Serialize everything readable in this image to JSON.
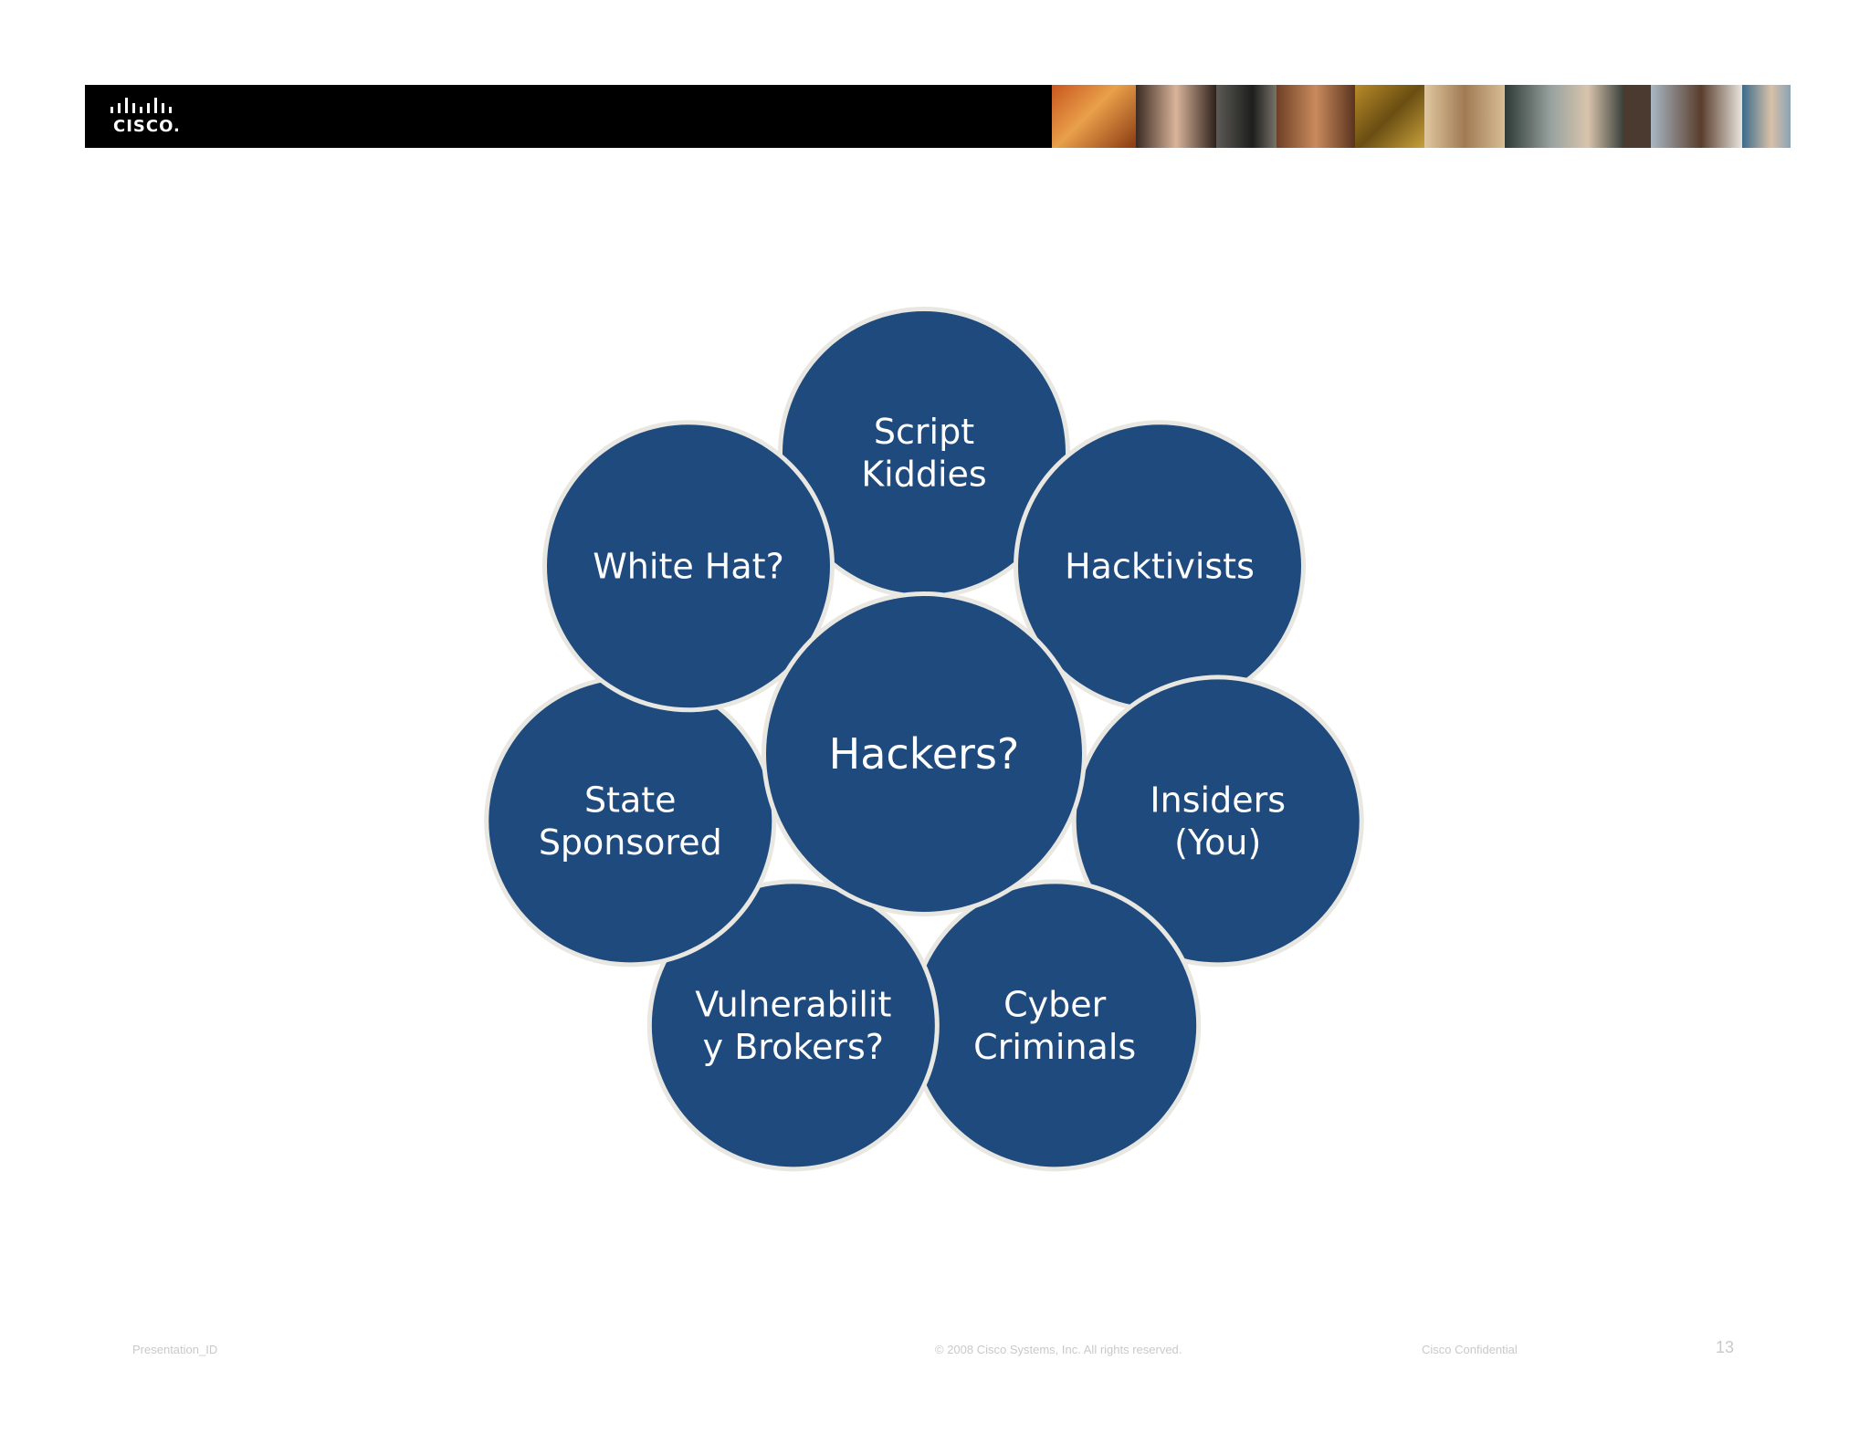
{
  "header": {
    "logo_text": "CISCO.",
    "colors": {
      "bar": "#000000",
      "logo": "#ffffff"
    }
  },
  "diagram": {
    "center": {
      "label": "Hackers?"
    },
    "nodes": [
      {
        "id": "script-kiddies",
        "lines": [
          "Script",
          "Kiddies"
        ]
      },
      {
        "id": "hacktivists",
        "lines": [
          "Hacktivists"
        ]
      },
      {
        "id": "insiders",
        "lines": [
          "Insiders",
          "(You)"
        ]
      },
      {
        "id": "cyber-criminals",
        "lines": [
          "Cyber",
          "Criminals"
        ]
      },
      {
        "id": "vulnerability-brokers",
        "lines": [
          "Vulnerabilit",
          "y Brokers?"
        ]
      },
      {
        "id": "state-sponsored",
        "lines": [
          "State",
          "Sponsored"
        ]
      },
      {
        "id": "white-hat",
        "lines": [
          "White Hat?"
        ]
      }
    ],
    "colors": {
      "circle": "#1f4a7e",
      "circle_ring": "#e9e7e1",
      "arrow": "#a7aebf",
      "text": "#ffffff"
    }
  },
  "footer": {
    "presentation_id": "Presentation_ID",
    "copyright": "© 2008 Cisco Systems, Inc. All rights reserved.",
    "confidential": "Cisco Confidential",
    "page_number": "13"
  }
}
